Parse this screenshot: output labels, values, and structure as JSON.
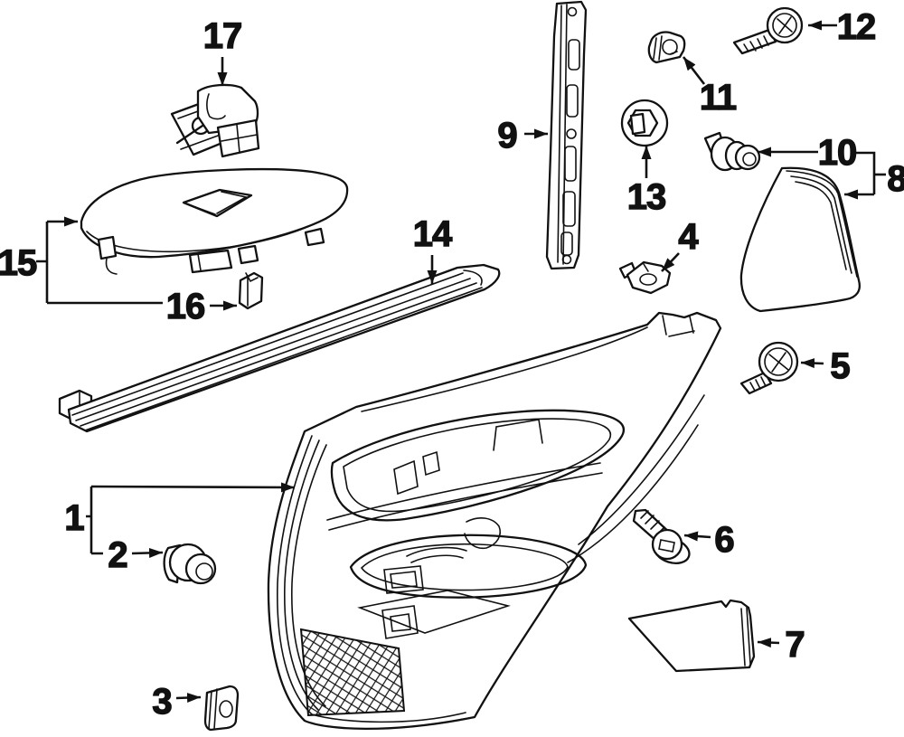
{
  "diagram": {
    "kind": "exploded-parts-line-diagram",
    "subject": "rear door interior trim panel and fasteners",
    "background_color": "#ffffff",
    "line_color": "#111111",
    "parts": [
      {
        "num": "1",
        "shape": "door-trim-panel"
      },
      {
        "num": "2",
        "shape": "retainer-clip"
      },
      {
        "num": "3",
        "shape": "square-clip"
      },
      {
        "num": "4",
        "shape": "clip-bracket"
      },
      {
        "num": "5",
        "shape": "screw"
      },
      {
        "num": "6",
        "shape": "screw"
      },
      {
        "num": "7",
        "shape": "pocket-trim-cover"
      },
      {
        "num": "8",
        "shape": "corner-trim-triangle"
      },
      {
        "num": "9",
        "shape": "window-guide-channel"
      },
      {
        "num": "10",
        "shape": "push-fastener"
      },
      {
        "num": "11",
        "shape": "clip"
      },
      {
        "num": "12",
        "shape": "screw"
      },
      {
        "num": "13",
        "shape": "nut-grommet"
      },
      {
        "num": "14",
        "shape": "belt-weatherstrip"
      },
      {
        "num": "15",
        "shape": "switch-bezel-panel"
      },
      {
        "num": "16",
        "shape": "clip"
      },
      {
        "num": "17",
        "shape": "window-switch"
      }
    ]
  }
}
